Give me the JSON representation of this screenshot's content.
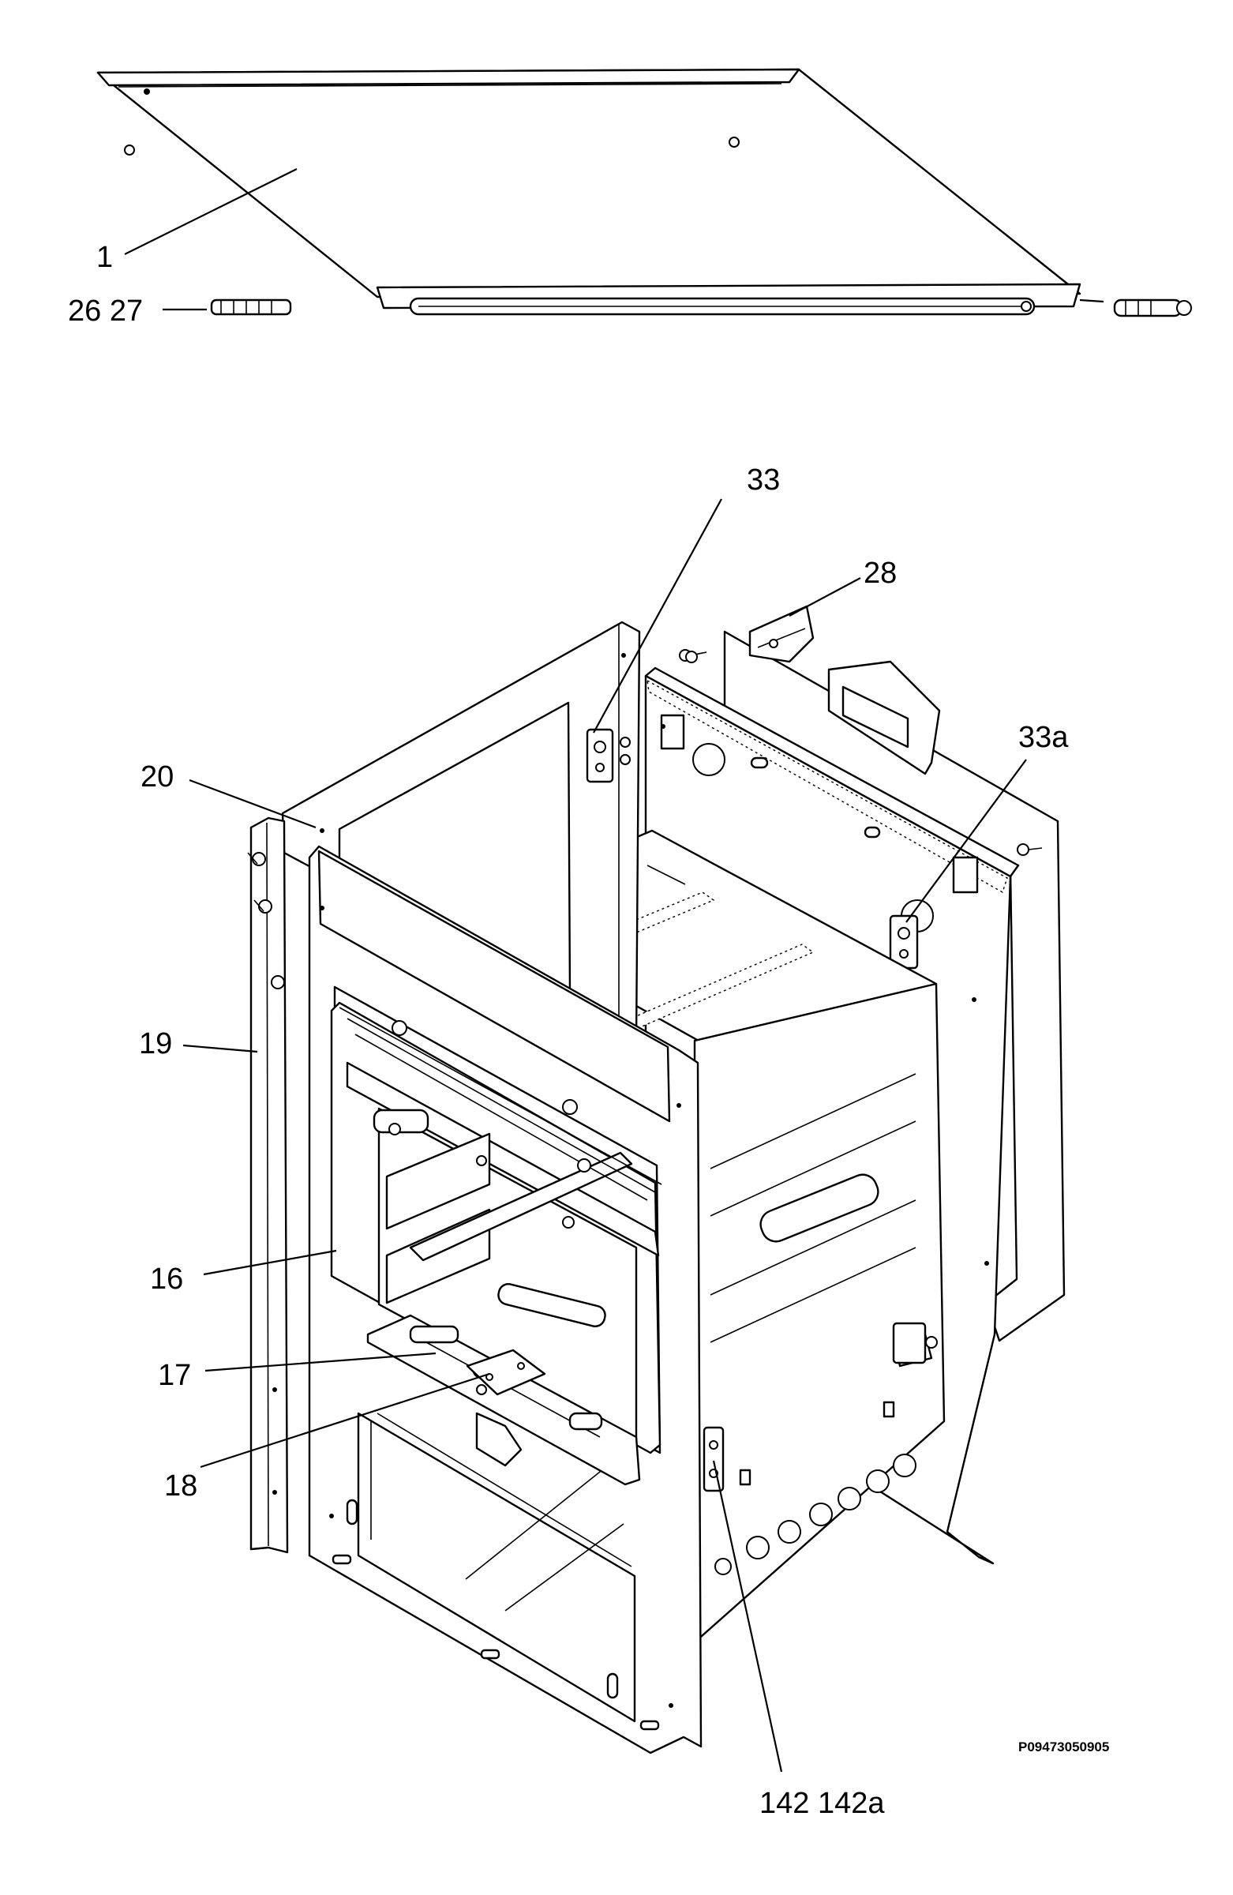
{
  "diagram": {
    "reference_code": "P09473050905",
    "callouts": [
      {
        "id": "c1",
        "text": "1"
      },
      {
        "id": "c26",
        "text": "26 27"
      },
      {
        "id": "c33",
        "text": "33"
      },
      {
        "id": "c28",
        "text": "28"
      },
      {
        "id": "c33a",
        "text": "33a"
      },
      {
        "id": "c20",
        "text": "20"
      },
      {
        "id": "c19",
        "text": "19"
      },
      {
        "id": "c16",
        "text": "16"
      },
      {
        "id": "c17",
        "text": "17"
      },
      {
        "id": "c18",
        "text": "18"
      },
      {
        "id": "c142",
        "text": "142 142a"
      }
    ]
  }
}
